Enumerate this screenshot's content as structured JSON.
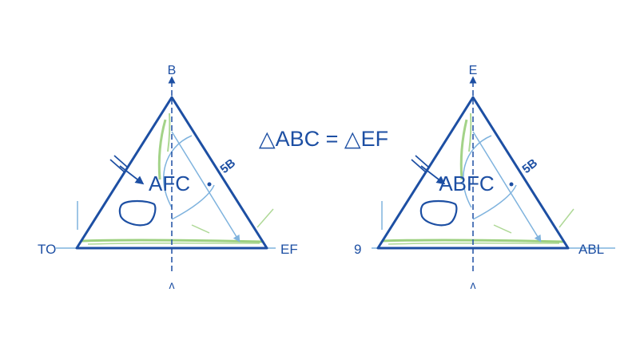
{
  "equation": "△ABC = △EF",
  "colors": {
    "primary": "#1d4fa3",
    "light_blue": "#7fb3de",
    "green": "#8cc86a"
  },
  "left": {
    "top_label": "B",
    "bottom_label": "ʌ",
    "left_label": "TO",
    "right_label": "EF",
    "side_label": "5B",
    "center_label": "AFC"
  },
  "right": {
    "top_label": "E",
    "bottom_label": "ʌ",
    "left_label": "9",
    "right_label": "ABL",
    "side_label": "5B",
    "center_label": "ABFC"
  }
}
